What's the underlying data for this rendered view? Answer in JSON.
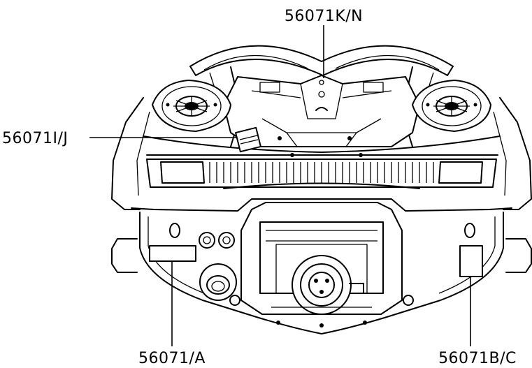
{
  "callouts": {
    "top": "56071K/N",
    "left": "56071I/J",
    "bottom_left": "56071/A",
    "bottom_right": "56071B/C"
  }
}
